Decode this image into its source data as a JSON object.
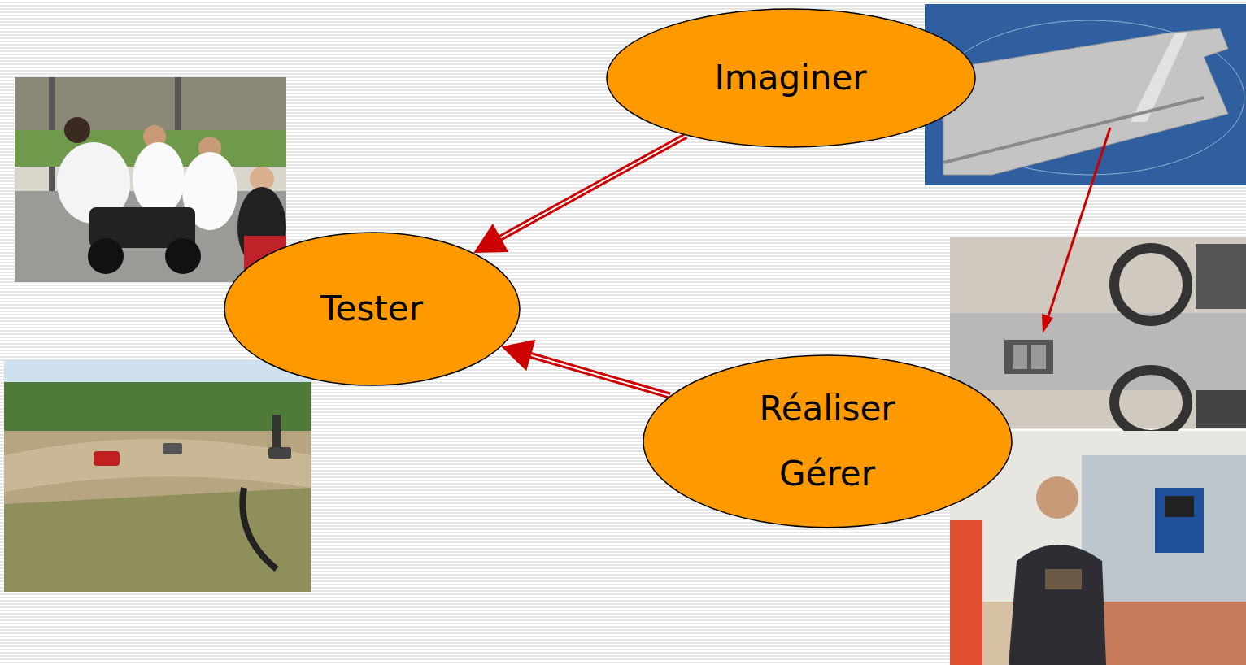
{
  "diagram": {
    "nodes": [
      {
        "text": [
          "Imaginer"
        ]
      },
      {
        "text": [
          "Tester"
        ]
      },
      {
        "text": [
          "Réaliser",
          "Gérer"
        ]
      }
    ],
    "edges": [
      {
        "from": 0,
        "to": 1,
        "arrow": "to"
      },
      {
        "from": 2,
        "to": 1,
        "arrow": "to"
      }
    ]
  }
}
